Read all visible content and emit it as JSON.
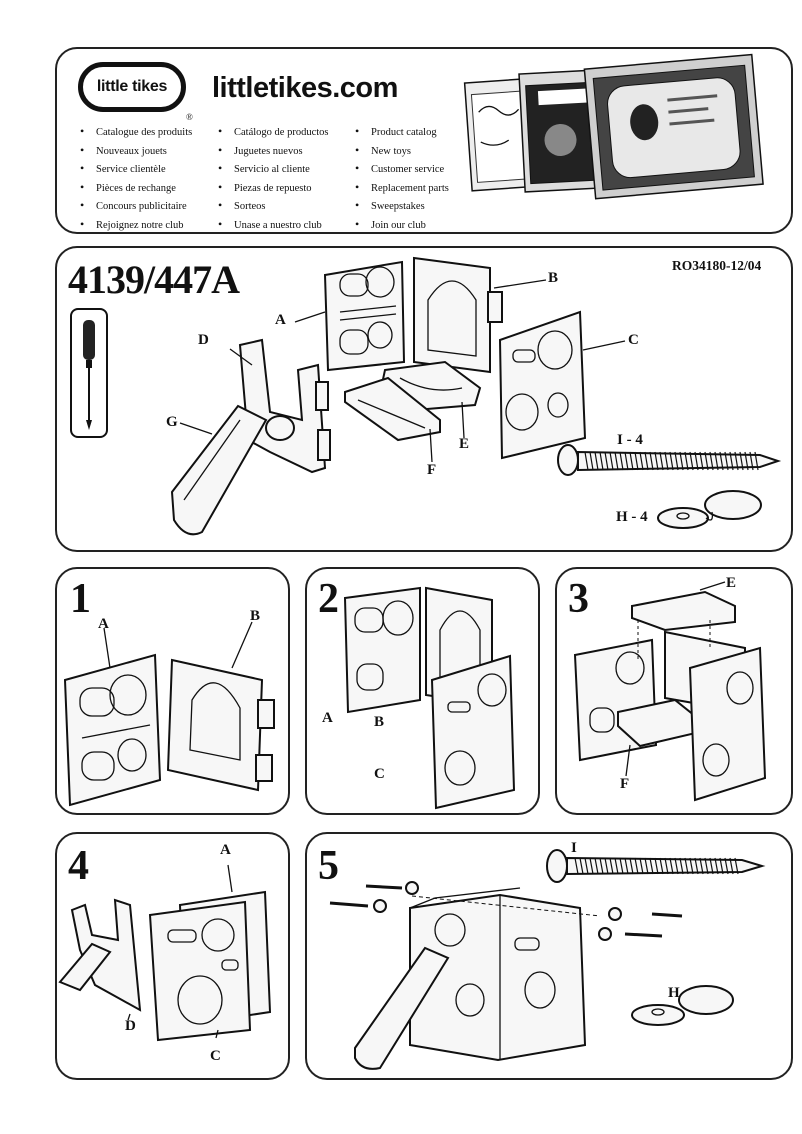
{
  "brand": {
    "logo_text": "little tikes",
    "website": "littletikes.com"
  },
  "services": {
    "french": [
      "Catalogue des produits",
      "Nouveaux jouets",
      "Service clientèle",
      "Pièces de rechange",
      "Concours publicitaire",
      "Rejoignez notre club"
    ],
    "spanish": [
      "Catálogo de productos",
      "Juguetes nuevos",
      "Servicio al cliente",
      "Piezas de repuesto",
      "Sorteos",
      "Unase a nuestro club"
    ],
    "english": [
      "Product catalog",
      "New toys",
      "Customer service",
      "Replacement parts",
      "Sweepstakes",
      "Join our club"
    ]
  },
  "parts_panel": {
    "model_number": "4139/447A",
    "revision": "RO34180-12/04",
    "labels": {
      "A": "A",
      "B": "B",
      "C": "C",
      "D": "D",
      "E": "E",
      "F": "F",
      "G": "G"
    },
    "hardware": {
      "screw": "I - 4",
      "cap": "H - 4"
    }
  },
  "steps": [
    {
      "number": "1",
      "labels": [
        "A",
        "B"
      ]
    },
    {
      "number": "2",
      "labels": [
        "A",
        "B",
        "C"
      ]
    },
    {
      "number": "3",
      "labels": [
        "E",
        "F"
      ]
    },
    {
      "number": "4",
      "labels": [
        "A",
        "D",
        "C"
      ]
    },
    {
      "number": "5",
      "labels": [
        "I",
        "H"
      ]
    }
  ]
}
